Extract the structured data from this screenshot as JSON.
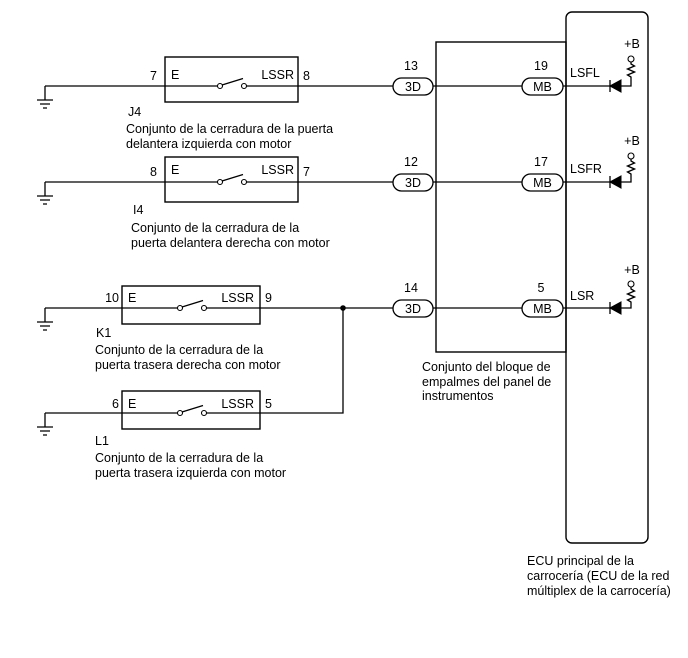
{
  "left_components": [
    {
      "id": "J4",
      "name_lines": [
        "Conjunto de la cerradura de la puerta",
        "delantera izquierda con motor"
      ],
      "pin_e": "7",
      "pin_lssr": "8",
      "terminal_e": "E",
      "terminal_lssr": "LSSR"
    },
    {
      "id": "I4",
      "name_lines": [
        "Conjunto de la cerradura de la",
        "puerta delantera derecha con motor"
      ],
      "pin_e": "8",
      "pin_lssr": "7",
      "terminal_e": "E",
      "terminal_lssr": "LSSR"
    },
    {
      "id": "K1",
      "name_lines": [
        "Conjunto de la cerradura de la",
        "puerta trasera derecha con motor"
      ],
      "pin_e": "10",
      "pin_lssr": "9",
      "terminal_e": "E",
      "terminal_lssr": "LSSR"
    },
    {
      "id": "L1",
      "name_lines": [
        "Conjunto de la cerradura de la",
        "puerta trasera izquierda con motor"
      ],
      "pin_e": "6",
      "pin_lssr": "5",
      "terminal_e": "E",
      "terminal_lssr": "LSSR"
    }
  ],
  "junction_block": {
    "label_lines": [
      "Conjunto del bloque de",
      "empalmes del panel de",
      "instrumentos"
    ],
    "connectors": [
      {
        "pin": "13",
        "connector": "3D"
      },
      {
        "pin": "12",
        "connector": "3D"
      },
      {
        "pin": "14",
        "connector": "3D"
      }
    ]
  },
  "ecu": {
    "label_lines": [
      "ECU principal de la",
      "carrocería (ECU de la red",
      "múltiplex de la carrocería)"
    ],
    "connectors": [
      {
        "pin": "19",
        "connector": "MB",
        "terminal": "LSFL",
        "supply": "+B"
      },
      {
        "pin": "17",
        "connector": "MB",
        "terminal": "LSFR",
        "supply": "+B"
      },
      {
        "pin": "5",
        "connector": "MB",
        "terminal": "LSR",
        "supply": "+B"
      }
    ]
  },
  "symbols": [
    "ground-icon",
    "switch-icon",
    "diode-icon",
    "resistor-icon",
    "splice-point"
  ]
}
